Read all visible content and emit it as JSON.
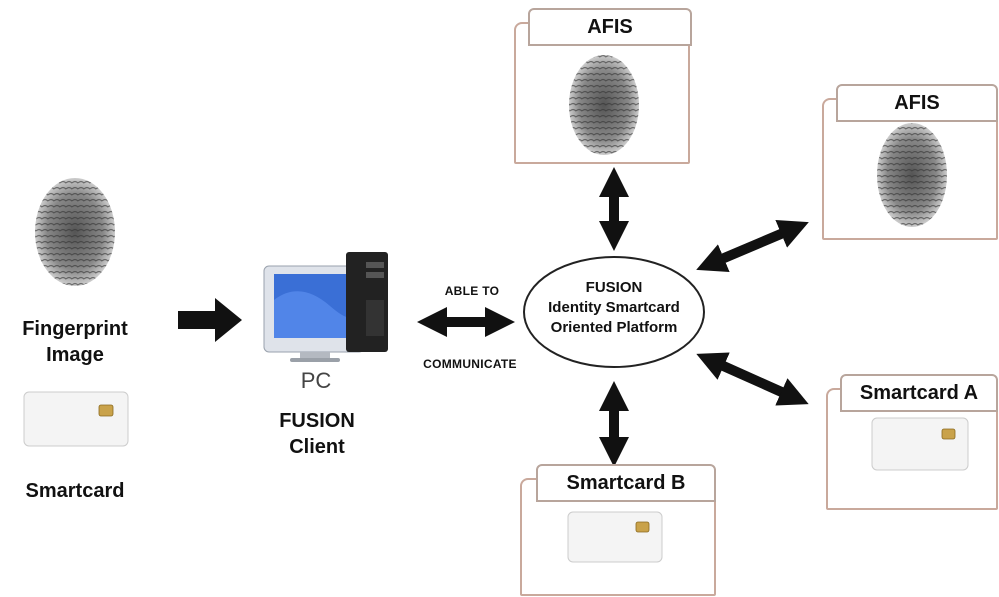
{
  "left": {
    "fingerprint_label_line1": "Fingerprint",
    "fingerprint_label_line2": "Image",
    "smartcard_label": "Smartcard"
  },
  "pc": {
    "pc_label": "PC",
    "client_line1": "FUSION",
    "client_line2": "Client"
  },
  "link": {
    "top_text": "ABLE TO",
    "bottom_text": "COMMUNICATE"
  },
  "platform": {
    "line1": "FUSION",
    "line2": "Identity Smartcard",
    "line3": "Oriented Platform"
  },
  "nodes": {
    "afis_top": "AFIS",
    "afis_right": "AFIS",
    "smartcard_a": "Smartcard A",
    "smartcard_b": "Smartcard B"
  },
  "colors": {
    "folder_border": "#c9a99c",
    "arrow": "#111111",
    "fingerprint": "#333333"
  }
}
